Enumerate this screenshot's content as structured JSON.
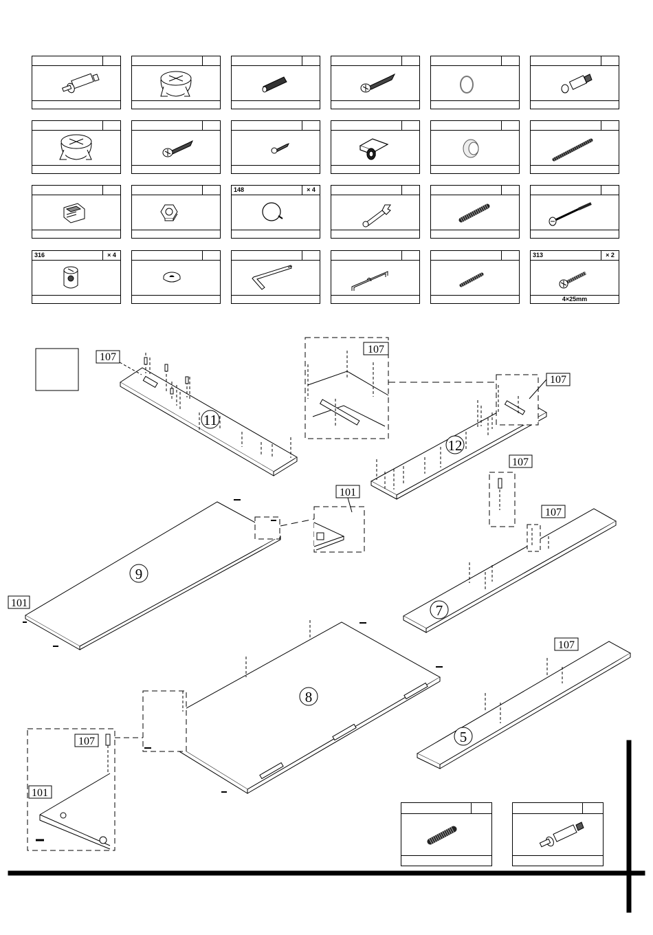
{
  "hardware_row3_col3": {
    "code": "148",
    "qty": "× 4"
  },
  "hardware_row4_col1": {
    "code": "316",
    "qty": "× 4"
  },
  "hardware_row4_col6": {
    "code": "313",
    "qty": "× 2",
    "size": "4×25mm"
  },
  "icons": [
    [
      "cam-bolt-icon",
      "cam-lock-icon",
      "wooden-dowel-icon",
      "wood-screw-icon",
      "ring-icon",
      "short-cam-bolt-icon"
    ],
    [
      "cam-lock-icon",
      "wood-screw-icon",
      "small-screw-icon",
      "hinge-bracket-icon",
      "knob-icon",
      "threaded-rod-icon"
    ],
    [
      "connector-plate-icon",
      "hex-nut-icon",
      "round-cap-icon",
      "wrench-icon",
      "threaded-dowel-icon",
      "long-bolt-icon"
    ],
    [
      "barrel-nut-icon",
      "washer-icon",
      "allen-key-icon",
      "handle-icon",
      "threaded-dowel-icon",
      "countersunk-screw-icon"
    ]
  ],
  "diagram": {
    "labels": {
      "l107": "107",
      "l101": "101"
    },
    "panels": {
      "p11": "11",
      "p12": "12",
      "p9": "9",
      "p7": "7",
      "p8": "8",
      "p5": "5"
    }
  },
  "bottom_parts": [
    "wooden-dowel-icon",
    "cam-bolt-icon"
  ]
}
